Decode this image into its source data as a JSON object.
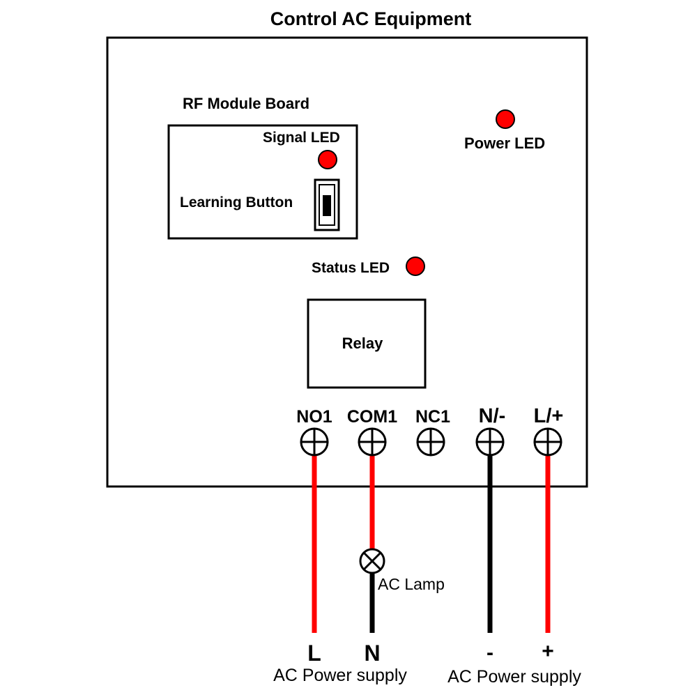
{
  "title": "Control AC Equipment",
  "rf_module": {
    "label": "RF Module Board",
    "signal_led_label": "Signal LED",
    "learning_button_label": "Learning Button"
  },
  "power_led_label": "Power LED",
  "status_led_label": "Status LED",
  "relay_label": "Relay",
  "terminals": [
    {
      "label": "NO1"
    },
    {
      "label": "COM1"
    },
    {
      "label": "NC1"
    },
    {
      "label": "N/-"
    },
    {
      "label": "L/+"
    }
  ],
  "lamp_label": "AC Lamp",
  "supply_terminals": [
    {
      "label": "L"
    },
    {
      "label": "N"
    },
    {
      "label": "-"
    },
    {
      "label": "+"
    }
  ],
  "supply_labels": [
    "AC Power supply",
    "AC Power supply"
  ],
  "colors": {
    "wire_live": "#ff0000",
    "wire_neutral": "#000000",
    "led": "#ff0000"
  }
}
